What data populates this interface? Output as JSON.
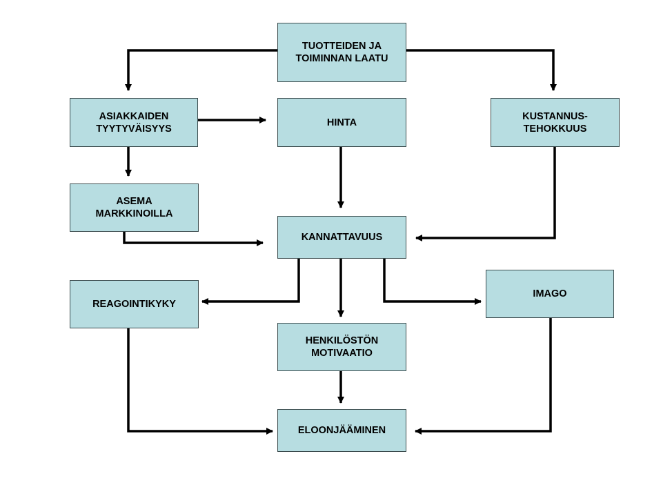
{
  "colors": {
    "box_fill": "#b7dde1",
    "box_border": "#3a4a4c",
    "arrow": "#000000"
  },
  "nodes": {
    "tuotteiden_laatu": "TUOTTEIDEN JA\nTOIMINNAN LAATU",
    "asiakkaiden_tyytyvaisyys": "ASIAKKAIDEN\nTYYTYVÄISYYS",
    "hinta": "HINTA",
    "kustannustehokkuus": "KUSTANNUS-\nTEHOKKUUS",
    "asema_markkinoilla": "ASEMA\nMARKKINOILLA",
    "kannattavuus": "KANNATTAVUUS",
    "reagointikyky": "REAGOINTIKYKY",
    "imago": "IMAGO",
    "henkiloston_motivaatio": "HENKILÖSTÖN\nMOTIVAATIO",
    "eloonjaaminen": "ELOONJÄÄMINEN"
  },
  "edges": [
    {
      "from": "tuotteiden_laatu",
      "to": "asiakkaiden_tyytyvaisyys"
    },
    {
      "from": "tuotteiden_laatu",
      "to": "kustannustehokkuus"
    },
    {
      "from": "asiakkaiden_tyytyvaisyys",
      "to": "hinta"
    },
    {
      "from": "asiakkaiden_tyytyvaisyys",
      "to": "asema_markkinoilla"
    },
    {
      "from": "hinta",
      "to": "kannattavuus"
    },
    {
      "from": "asema_markkinoilla",
      "to": "kannattavuus"
    },
    {
      "from": "kustannustehokkuus",
      "to": "kannattavuus"
    },
    {
      "from": "kannattavuus",
      "to": "reagointikyky"
    },
    {
      "from": "kannattavuus",
      "to": "henkiloston_motivaatio"
    },
    {
      "from": "kannattavuus",
      "to": "imago"
    },
    {
      "from": "henkiloston_motivaatio",
      "to": "eloonjaaminen"
    },
    {
      "from": "reagointikyky",
      "to": "eloonjaaminen"
    },
    {
      "from": "imago",
      "to": "eloonjaaminen"
    }
  ]
}
